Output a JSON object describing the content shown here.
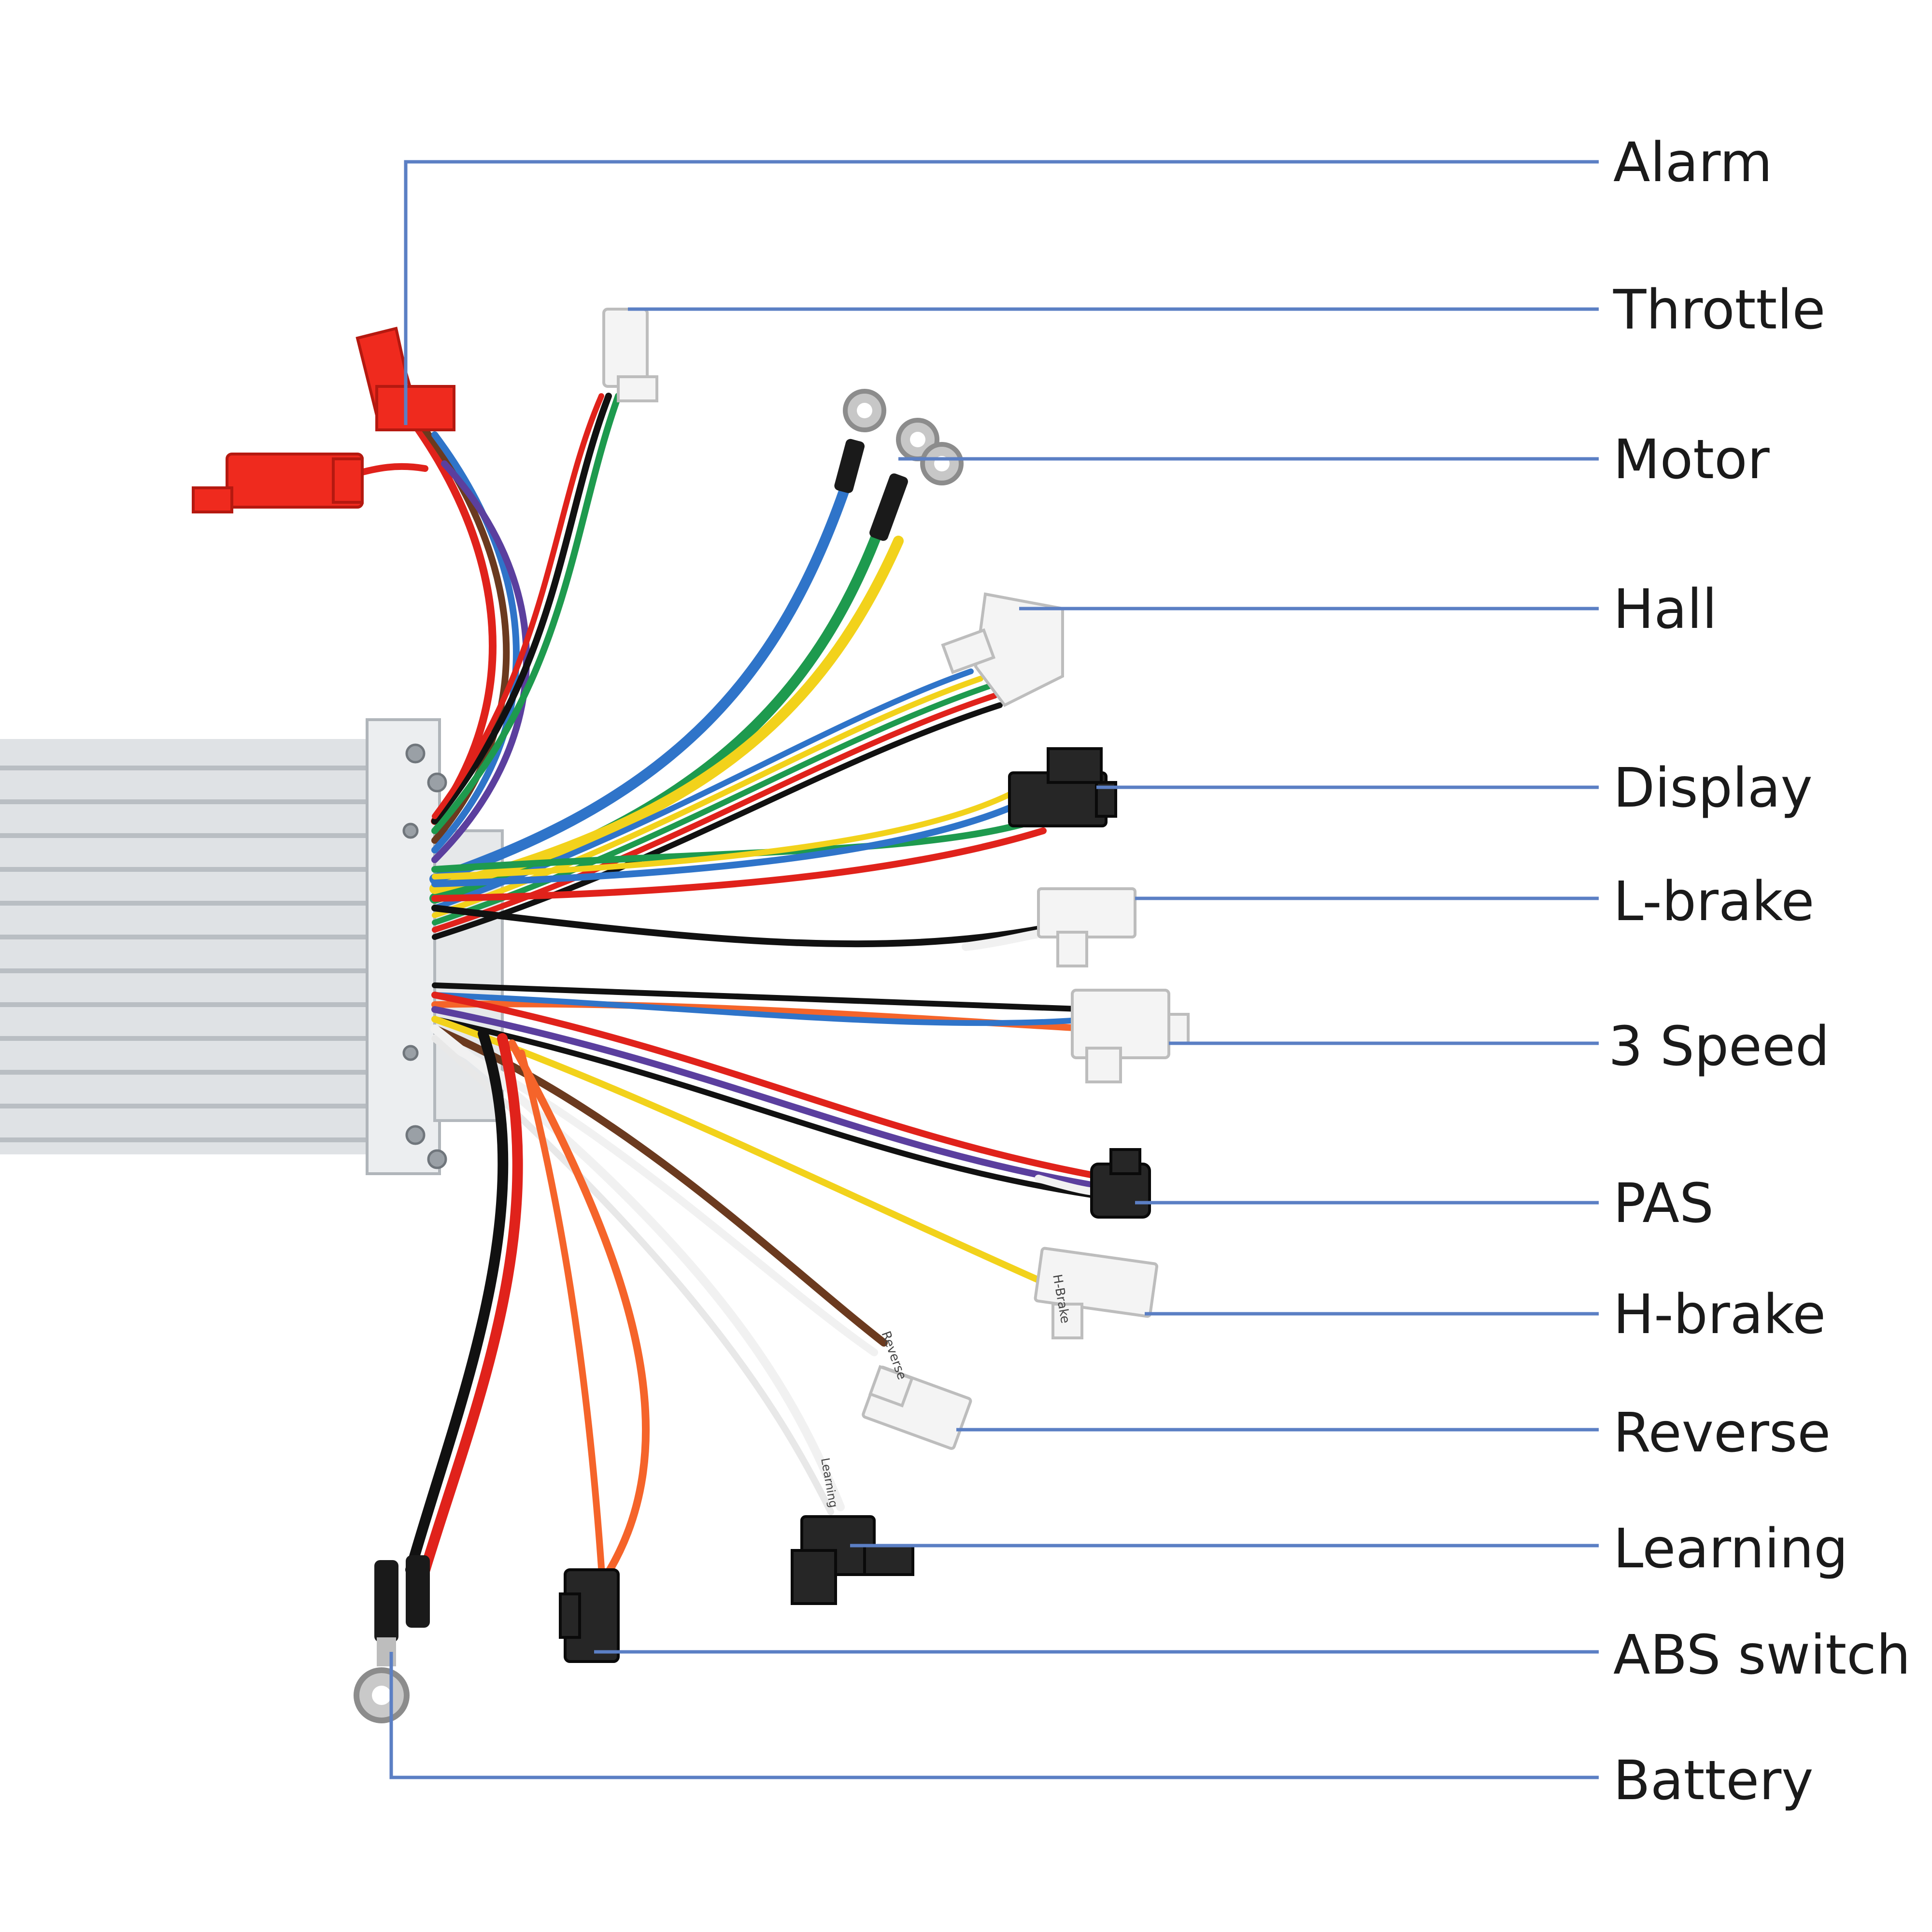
{
  "labels": {
    "alarm": "Alarm",
    "throttle": "Throttle",
    "motor": "Motor",
    "hall": "Hall",
    "display": "Display",
    "l_brake": "L-brake",
    "three_speed": "3 Speed",
    "pas": "PAS",
    "h_brake": "H-brake",
    "reverse": "Reverse",
    "learning": "Learning",
    "abs_switch": "ABS switch",
    "battery": "Battery"
  },
  "wire_tags": {
    "h_brake": "H-Brake",
    "reverse": "Reverse",
    "learning": "Learning"
  },
  "colors": {
    "leader_line": "#5b7fc4",
    "housing": "#d9dde0",
    "red": "#e0221b",
    "black": "#111111",
    "blue": "#2f74c9",
    "green": "#1e9a4e",
    "yellow": "#f2d21b",
    "orange": "#f5642a",
    "white": "#f1f1f1",
    "brown": "#6b3a1f",
    "purple": "#5b3f9e"
  }
}
